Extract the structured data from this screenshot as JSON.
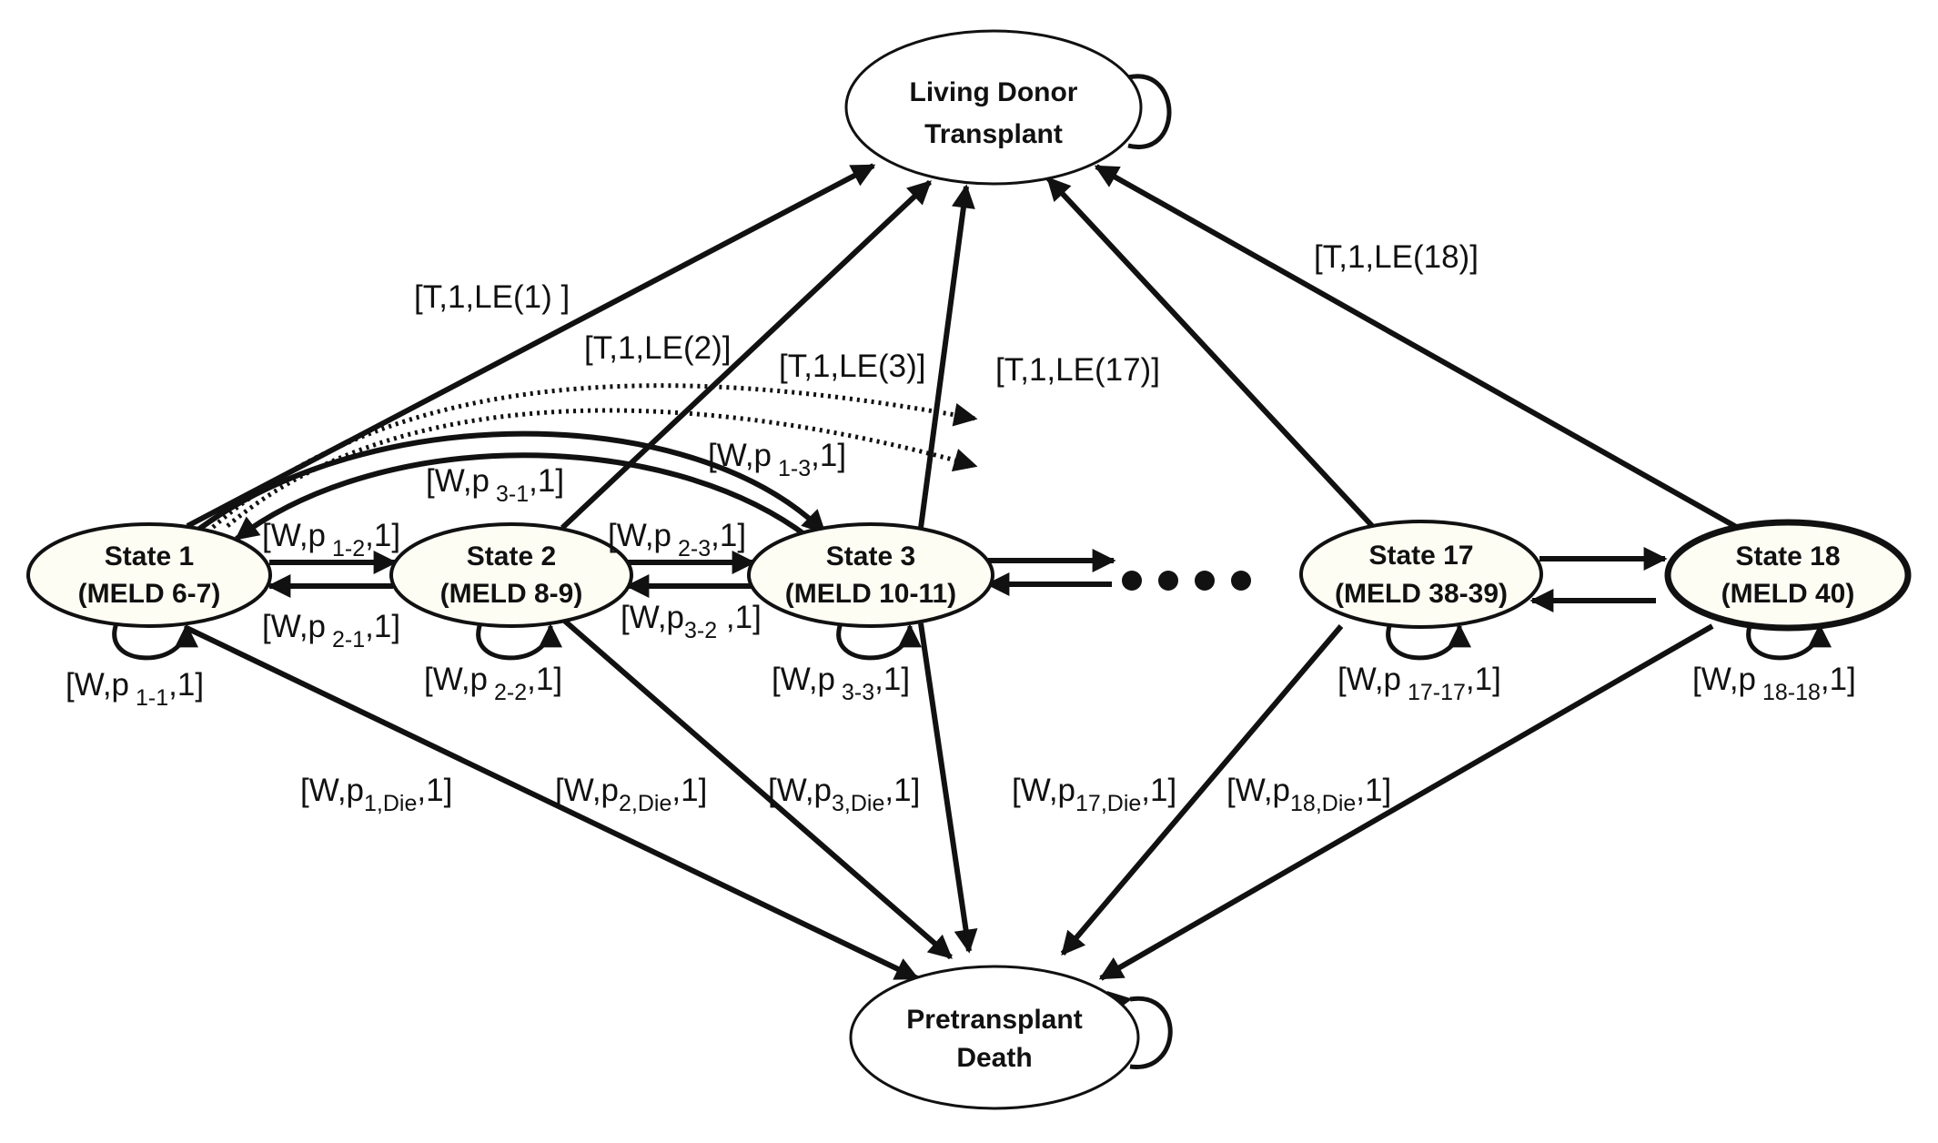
{
  "nodes": {
    "living_donor": {
      "line1": "Living Donor",
      "line2": "Transplant"
    },
    "death": {
      "line1": "Pretransplant",
      "line2": "Death"
    },
    "state1": {
      "line1": "State 1",
      "line2": "(MELD 6-7)"
    },
    "state2": {
      "line1": "State 2",
      "line2": "(MELD 8-9)"
    },
    "state3": {
      "line1": "State 3",
      "line2": "(MELD 10-11)"
    },
    "state17": {
      "line1": "State 17",
      "line2": "(MELD 38-39)"
    },
    "state18": {
      "line1": "State 18",
      "line2": "(MELD 40)"
    }
  },
  "ellipsis_dots": 4,
  "labels": {
    "t1": "[T,1,LE(1)  ]",
    "t2": "[T,1,LE(2)]",
    "t3": "[T,1,LE(3)]",
    "t17": "[T,1,LE(17)]",
    "t18": "[T,1,LE(18)]",
    "w13": {
      "pre": "[W,p",
      "sub": " 1-3",
      "post": ",1]"
    },
    "w31": {
      "pre": "[W,p",
      "sub": " 3-1",
      "post": ",1]"
    },
    "w12": {
      "pre": "[W,p",
      "sub": " 1-2",
      "post": ",1]"
    },
    "w23": {
      "pre": "[W,p",
      "sub": " 2-3",
      "post": ",1]"
    },
    "w21": {
      "pre": "[W,p",
      "sub": " 2-1",
      "post": ",1]"
    },
    "w32": {
      "pre": "[W,p",
      "sub": "3-2",
      "post": " ,1]"
    },
    "w11": {
      "pre": "[W,p",
      "sub": " 1-1",
      "post": ",1]"
    },
    "w22": {
      "pre": "[W,p",
      "sub": " 2-2",
      "post": ",1]"
    },
    "w33": {
      "pre": "[W,p",
      "sub": " 3-3",
      "post": ",1]"
    },
    "w1717": {
      "pre": "[W,p",
      "sub": " 17-17",
      "post": ",1]"
    },
    "w1818": {
      "pre": "[W,p",
      "sub": " 18-18",
      "post": ",1]"
    },
    "w1die": {
      "pre": "[W,p",
      "sub": "1,Die",
      "post": ",1]"
    },
    "w2die": {
      "pre": "[W,p",
      "sub": "2,Die",
      "post": ",1]"
    },
    "w3die": {
      "pre": "[W,p",
      "sub": "3,Die",
      "post": ",1]"
    },
    "w17die": {
      "pre": "[W,p",
      "sub": "17,Die",
      "post": ",1]"
    },
    "w18die": {
      "pre": "[W,p",
      "sub": "18,Die",
      "post": ",1]"
    }
  }
}
